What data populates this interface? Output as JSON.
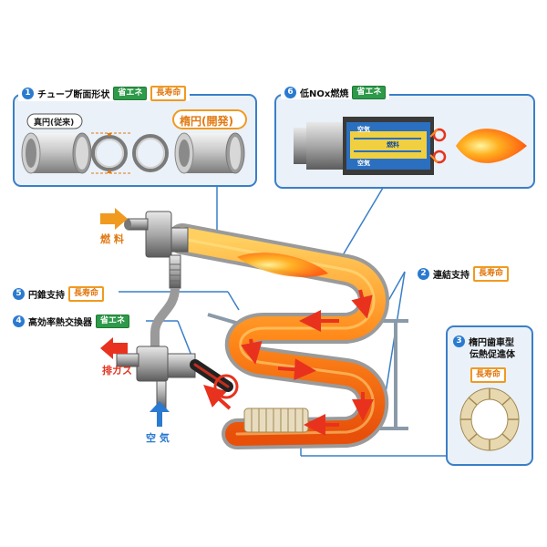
{
  "callout1": {
    "num": "1",
    "title": "チューブ断面形状",
    "badge_save": "省エネ",
    "badge_life": "長寿命",
    "label_old": "真円(従来)",
    "label_new": "楕円(開発)"
  },
  "callout6": {
    "num": "6",
    "title": "低NOx燃焼",
    "badge_save": "省エネ",
    "air": "空気",
    "fuel": "燃料"
  },
  "callout2": {
    "num": "2",
    "title": "連結支持",
    "badge_life": "長寿命"
  },
  "callout3": {
    "num": "3",
    "title_line1": "楕円歯車型",
    "title_line2": "伝熱促進体",
    "badge_life": "長寿命"
  },
  "callout5": {
    "num": "5",
    "title": "円錐支持",
    "badge_life": "長寿命"
  },
  "callout4": {
    "num": "4",
    "title": "高効率熱交換器",
    "badge_save": "省エネ"
  },
  "flows": {
    "fuel": "燃 料",
    "exhaust": "排ガス",
    "air": "空 気"
  },
  "colors": {
    "accent_blue": "#2a7ad0",
    "save_green": "#2e9a4a",
    "life_orange": "#f09a20",
    "flame": "#ff7a10",
    "flow_red": "#e8321e"
  }
}
